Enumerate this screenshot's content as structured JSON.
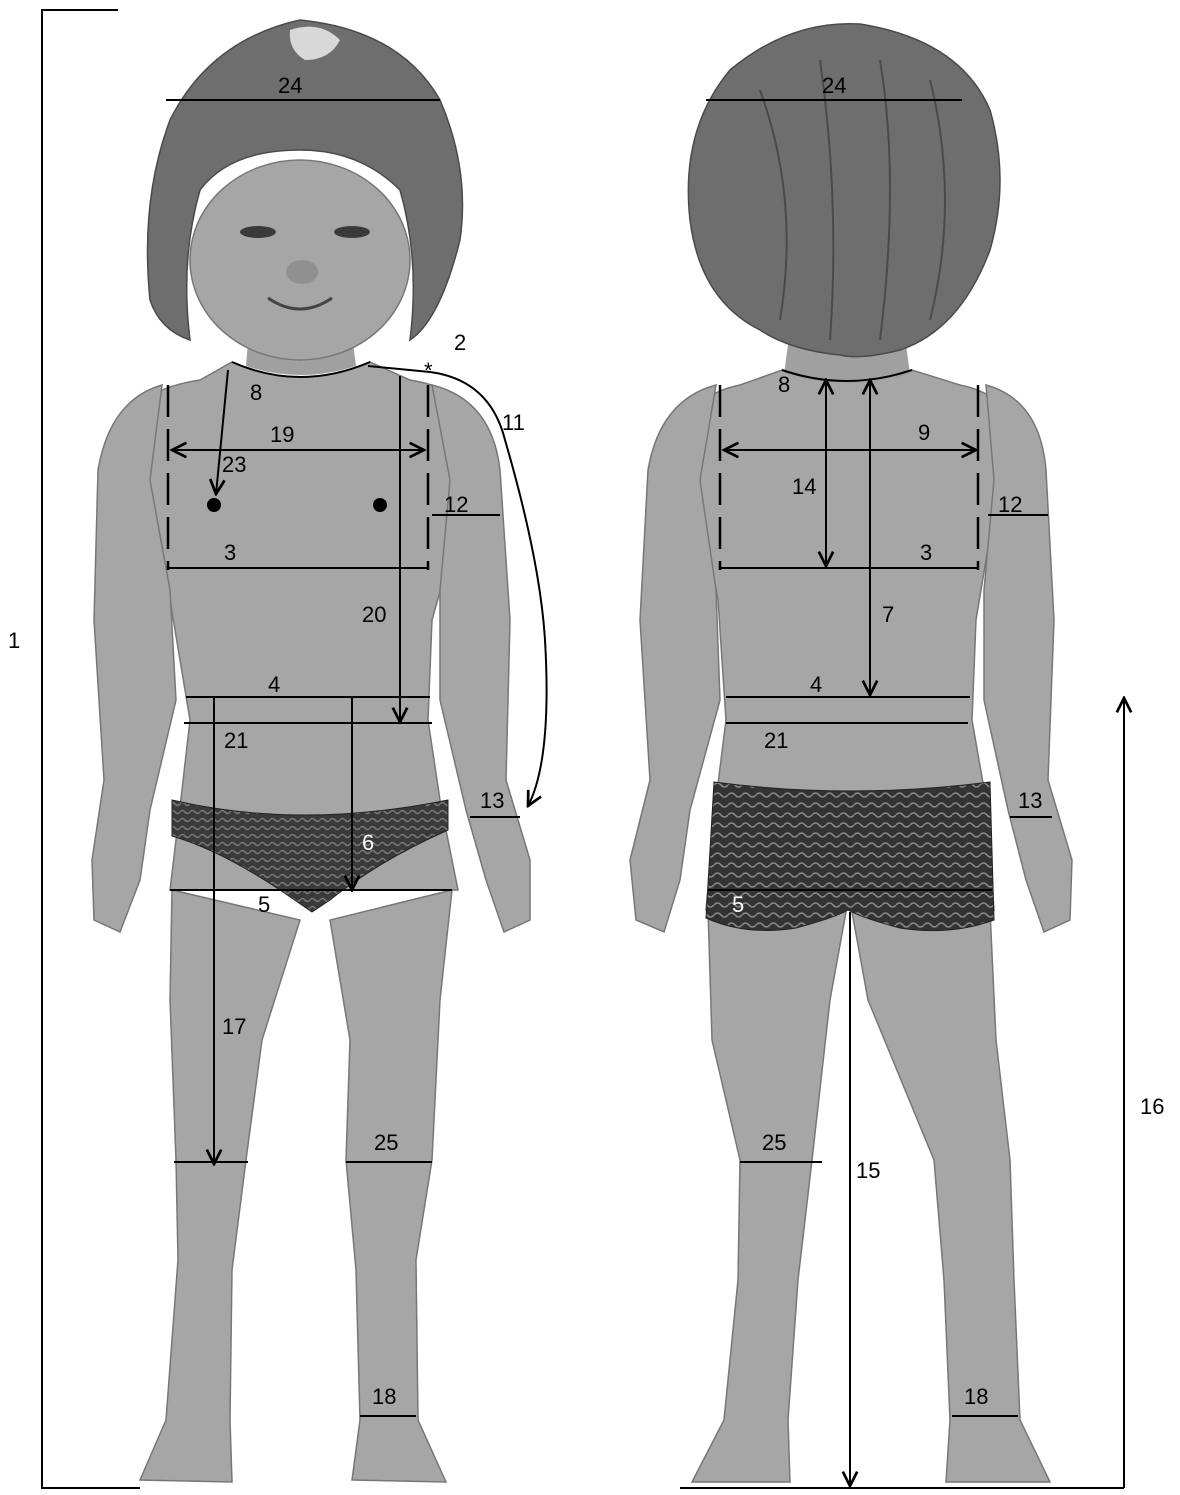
{
  "labels": {
    "front": {
      "height": "1",
      "neck_point": "2",
      "chest": "3",
      "waist": "4",
      "hip": "5",
      "crotch_depth": "6",
      "neck": "8",
      "arm_length": "11",
      "upper_arm": "12",
      "wrist": "13",
      "outside_leg": "17",
      "ankle": "18",
      "chest_width": "19",
      "front_length": "20",
      "low_waist": "21",
      "bust_point": "23",
      "head": "24",
      "knee": "25"
    },
    "back": {
      "chest": "3",
      "waist": "4",
      "hip": "5",
      "back_length": "7",
      "neck": "8",
      "back_width": "9",
      "upper_arm": "12",
      "wrist": "13",
      "armhole_depth": "14",
      "inside_leg": "15",
      "waist_height": "16",
      "ankle": "18",
      "low_waist": "21",
      "head": "24",
      "knee": "25"
    }
  },
  "colors": {
    "ink": "#000000",
    "skin": "#a6a6a6",
    "skin_shade": "#8c8c8c",
    "hair": "#6e6e6e",
    "hair_dark": "#4a4a4a",
    "briefs": "#3a3a3a",
    "background": "#ffffff"
  }
}
